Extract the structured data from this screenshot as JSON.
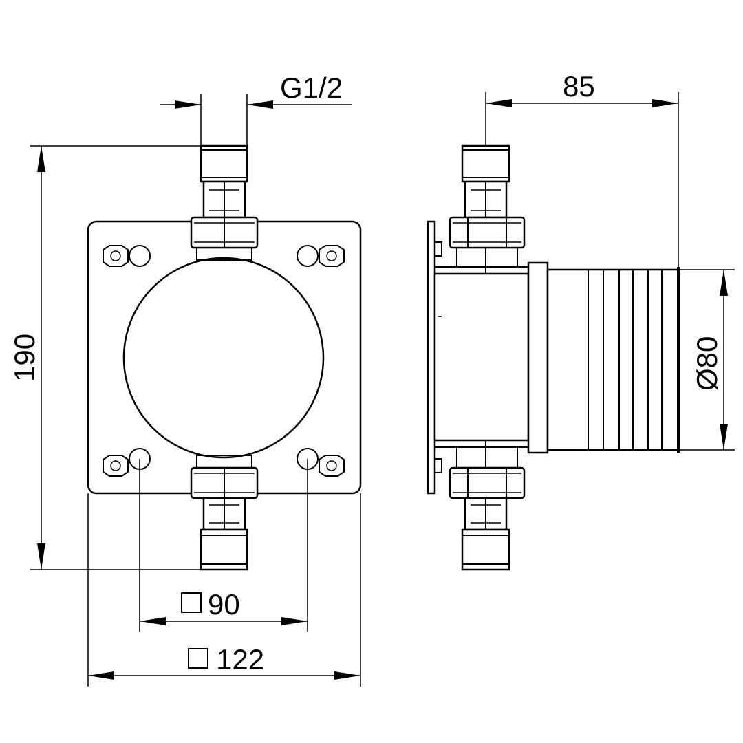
{
  "dimensions": {
    "thread": "G1/2",
    "depth": "85",
    "diameter": "Ø80",
    "height": "190",
    "inner_square": "90",
    "outer_square": "122"
  }
}
